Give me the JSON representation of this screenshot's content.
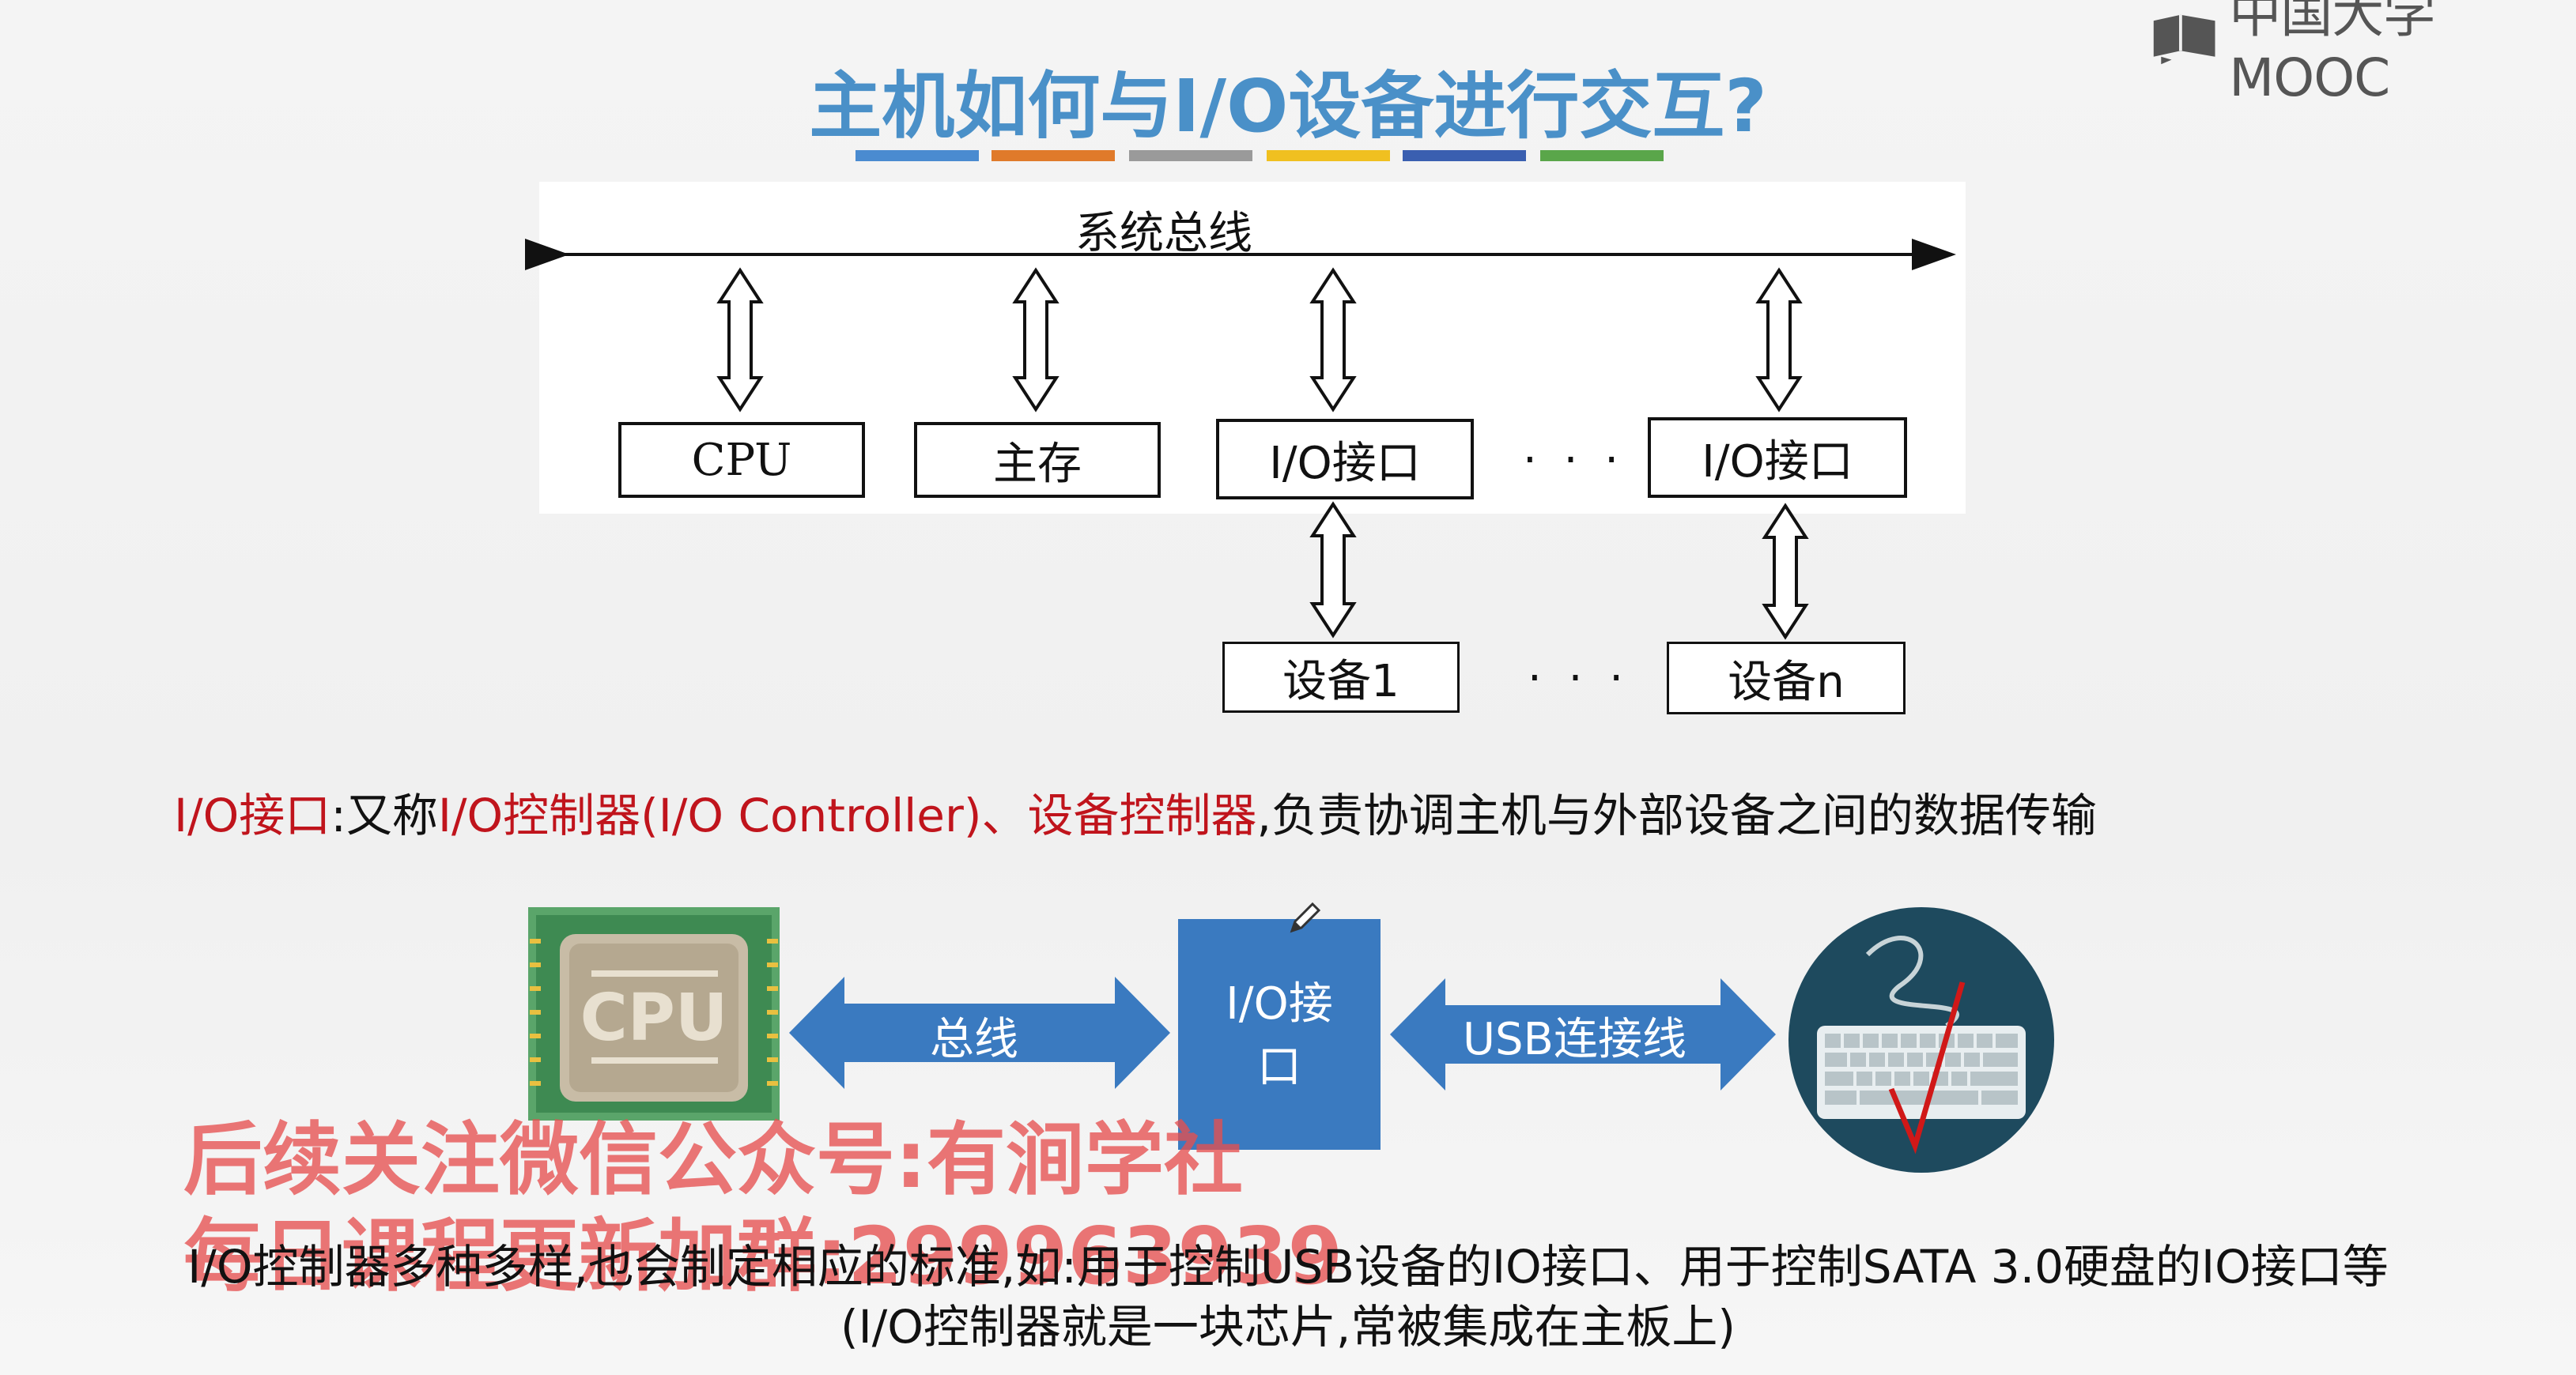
{
  "logo": {
    "text": "中国大学MOOC",
    "icon": "mooc-book-icon"
  },
  "title": "主机如何与I/O设备进行交互?",
  "title_bar_colors": [
    "#4a8bd0",
    "#e07a2a",
    "#9a9a9a",
    "#f0c020",
    "#3a5fb0",
    "#5aa64a"
  ],
  "diagram": {
    "bus_label": "系统总线",
    "cpu": "CPU",
    "memory": "主存",
    "io1": "I/O接口",
    "ellipsis_top": "· · ·",
    "io_n": "I/O接口",
    "device1": "设备1",
    "ellipsis_bottom": "· · ·",
    "device_n": "设备n"
  },
  "definition": {
    "term": "I/O接口",
    "colon": ":又称",
    "alias1": "I/O控制器(I/O Controller)",
    "sep": "、",
    "alias2": "设备控制器",
    "rest": ",负责协调主机与外部设备之间的数据传输"
  },
  "illustration": {
    "cpu_label": "CPU",
    "bus_label": "总线",
    "io_label_line1": "I/O接",
    "io_label_line2": "口",
    "usb_label": "USB连接线"
  },
  "watermark": {
    "line1": "后续关注微信公众号:有涧学社",
    "line2": "每日课程更新加群:299963939"
  },
  "bottom": {
    "line1": "I/O控制器多种多样,也会制定相应的标准,如:用于控制USB设备的IO接口、用于控制SATA 3.0硬盘的IO接口等",
    "line2": "(I/O控制器就是一块芯片,常被集成在主板上)"
  }
}
